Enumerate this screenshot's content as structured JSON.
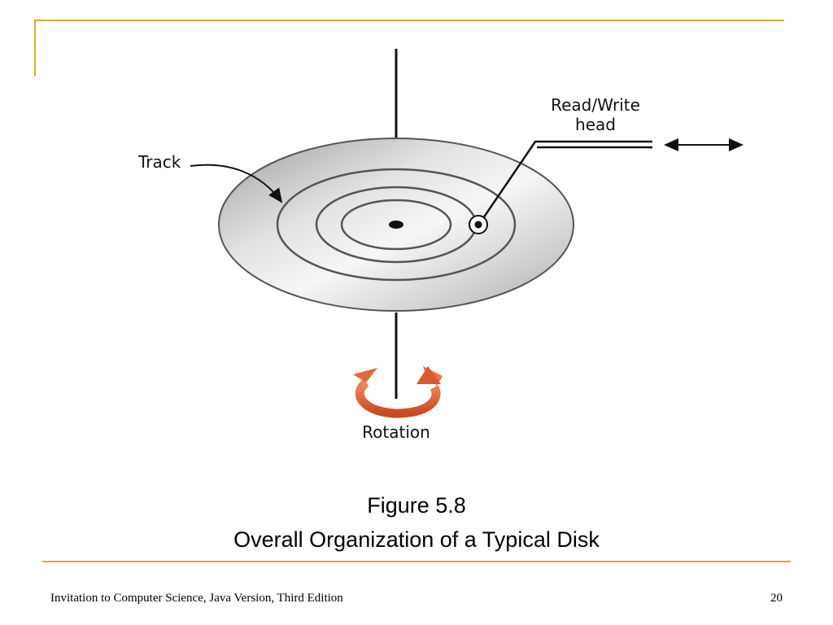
{
  "slide": {
    "accent_color": "#e0a82e",
    "caption_number": "Figure 5.8",
    "caption_title": "Overall Organization of a Typical Disk",
    "footer_source": "Invitation to Computer Science, Java Version, Third Edition",
    "page_number": "20"
  },
  "diagram": {
    "labels": {
      "track": "Track",
      "read_write_line1": "Read/Write",
      "read_write_line2": "head",
      "rotation": "Rotation"
    },
    "icons": {
      "rotation_arrow": "circular-arrow-icon",
      "head_motion": "double-headed-arrow-icon"
    },
    "colors": {
      "platter": "#c8c8c8",
      "rotation_arrow": "#e06a3c"
    }
  }
}
